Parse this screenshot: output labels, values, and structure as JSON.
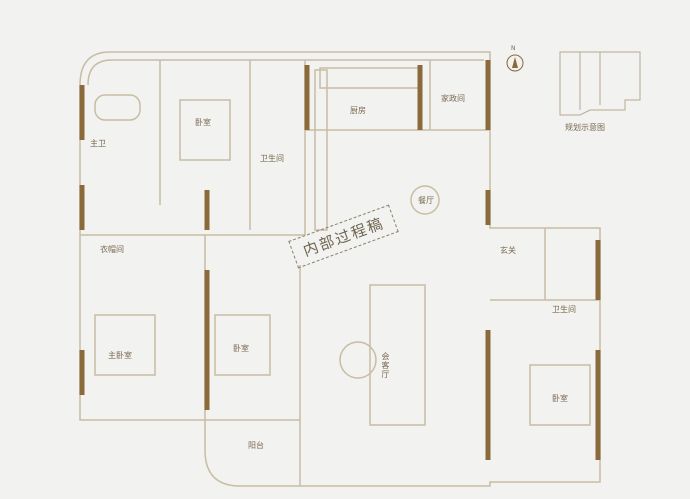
{
  "colors": {
    "wall": "#8a6a3a",
    "line": "#c8bca4",
    "background": "#f2f2f0",
    "text": "#7a6a50"
  },
  "compass": {
    "label": "N",
    "icon": "north-arrow-icon"
  },
  "keyplan": {
    "caption": "规划示意图"
  },
  "watermark": "内部过程稿",
  "rooms": {
    "master_bath": "主卫",
    "bedroom_top": "卧室",
    "bathroom_top": "卫生间",
    "kitchen": "厨房",
    "utility": "家政间",
    "dining": "餐厅",
    "closet": "衣帽间",
    "master_bedroom": "主卧室",
    "bedroom_mid": "卧室",
    "living": "会客厅",
    "foyer": "玄关",
    "bathroom_right": "卫生间",
    "bedroom_right": "卧室",
    "balcony": "阳台"
  }
}
